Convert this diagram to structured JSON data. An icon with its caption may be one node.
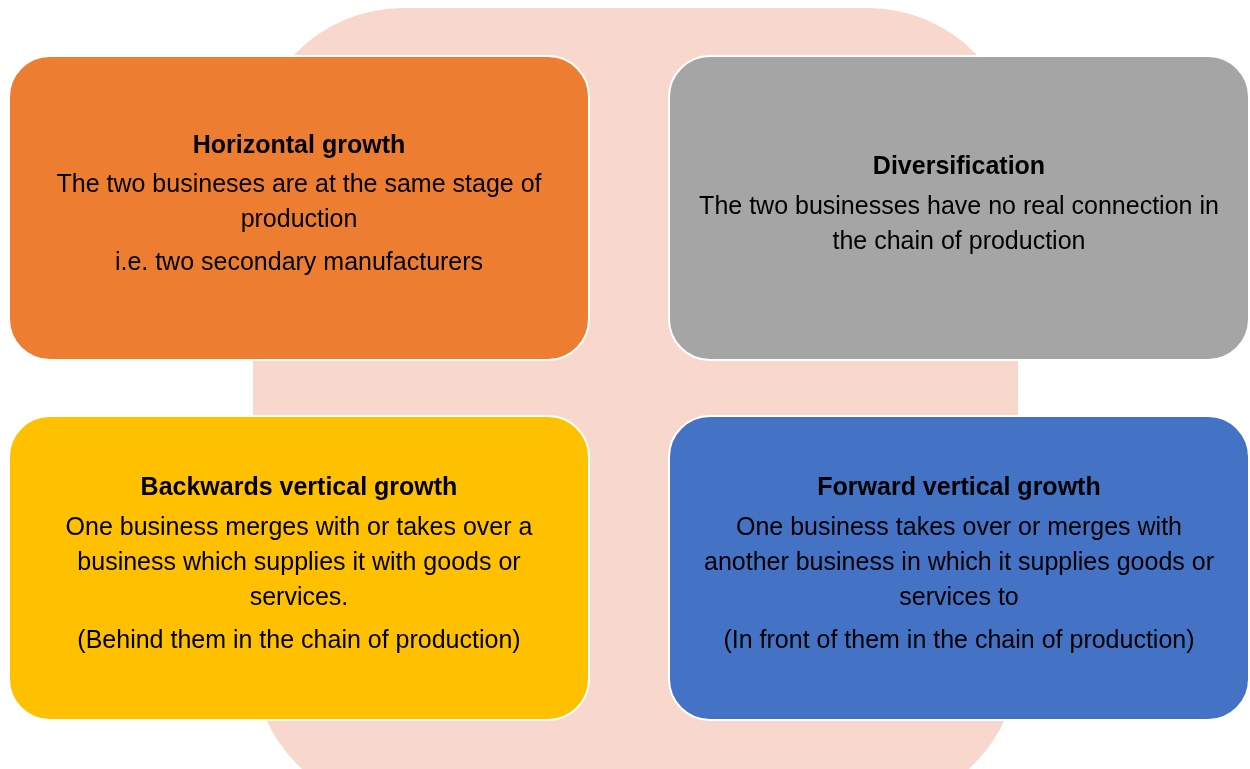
{
  "diagram": {
    "nodes": [
      {
        "text": [
          "Horizontal growth",
          "The two busineses are at the same stage of production",
          "i.e. two secondary manufacturers"
        ]
      },
      {
        "text": [
          "Diversification",
          "The two businesses have no real connection in the chain of production"
        ]
      },
      {
        "text": [
          "Backwards vertical growth",
          "One business merges with or takes over a business which supplies it with goods or services.",
          "(Behind them in the chain of production)"
        ]
      },
      {
        "text": [
          "Forward vertical growth",
          "One business takes over or merges with another business in which it supplies goods or services to",
          "(In front of them in the chain of production)"
        ]
      }
    ]
  }
}
